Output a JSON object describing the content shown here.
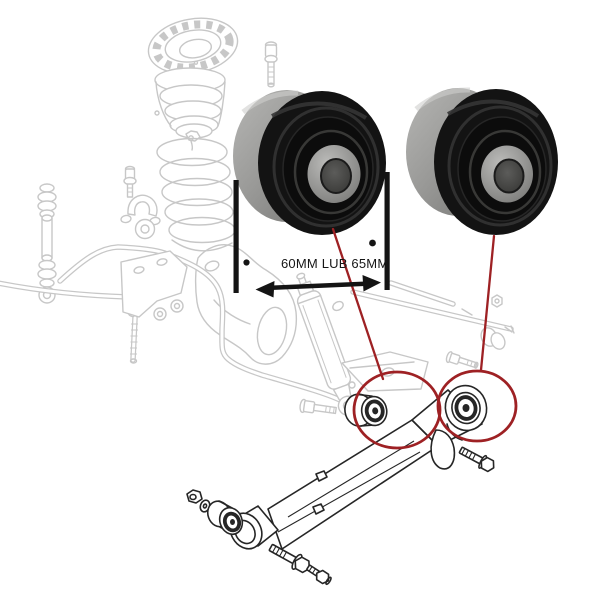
{
  "diagram": {
    "dimension_label": "60MM LUB 65MM",
    "colors": {
      "background": "#ffffff",
      "sketch_light": "#c7c7c7",
      "sketch_dark": "#262626",
      "annotation_red": "#9e2124",
      "dimension_black": "#141414"
    },
    "components": [
      "strut-mount",
      "dust-boot",
      "coil-spring",
      "stabilizer-end-link",
      "stabilizer-bar",
      "stabilizer-bracket",
      "stabilizer-bushing",
      "subframe-bracket",
      "knuckle",
      "shock-absorber",
      "frame-rail",
      "trailing-arm",
      "trailing-arm-eye-bushing",
      "loose-bushing",
      "front-bushing-kit",
      "mounting-bolts",
      "bushing-photo-left",
      "bushing-photo-right",
      "callout-circles",
      "dimension-arrow"
    ]
  }
}
